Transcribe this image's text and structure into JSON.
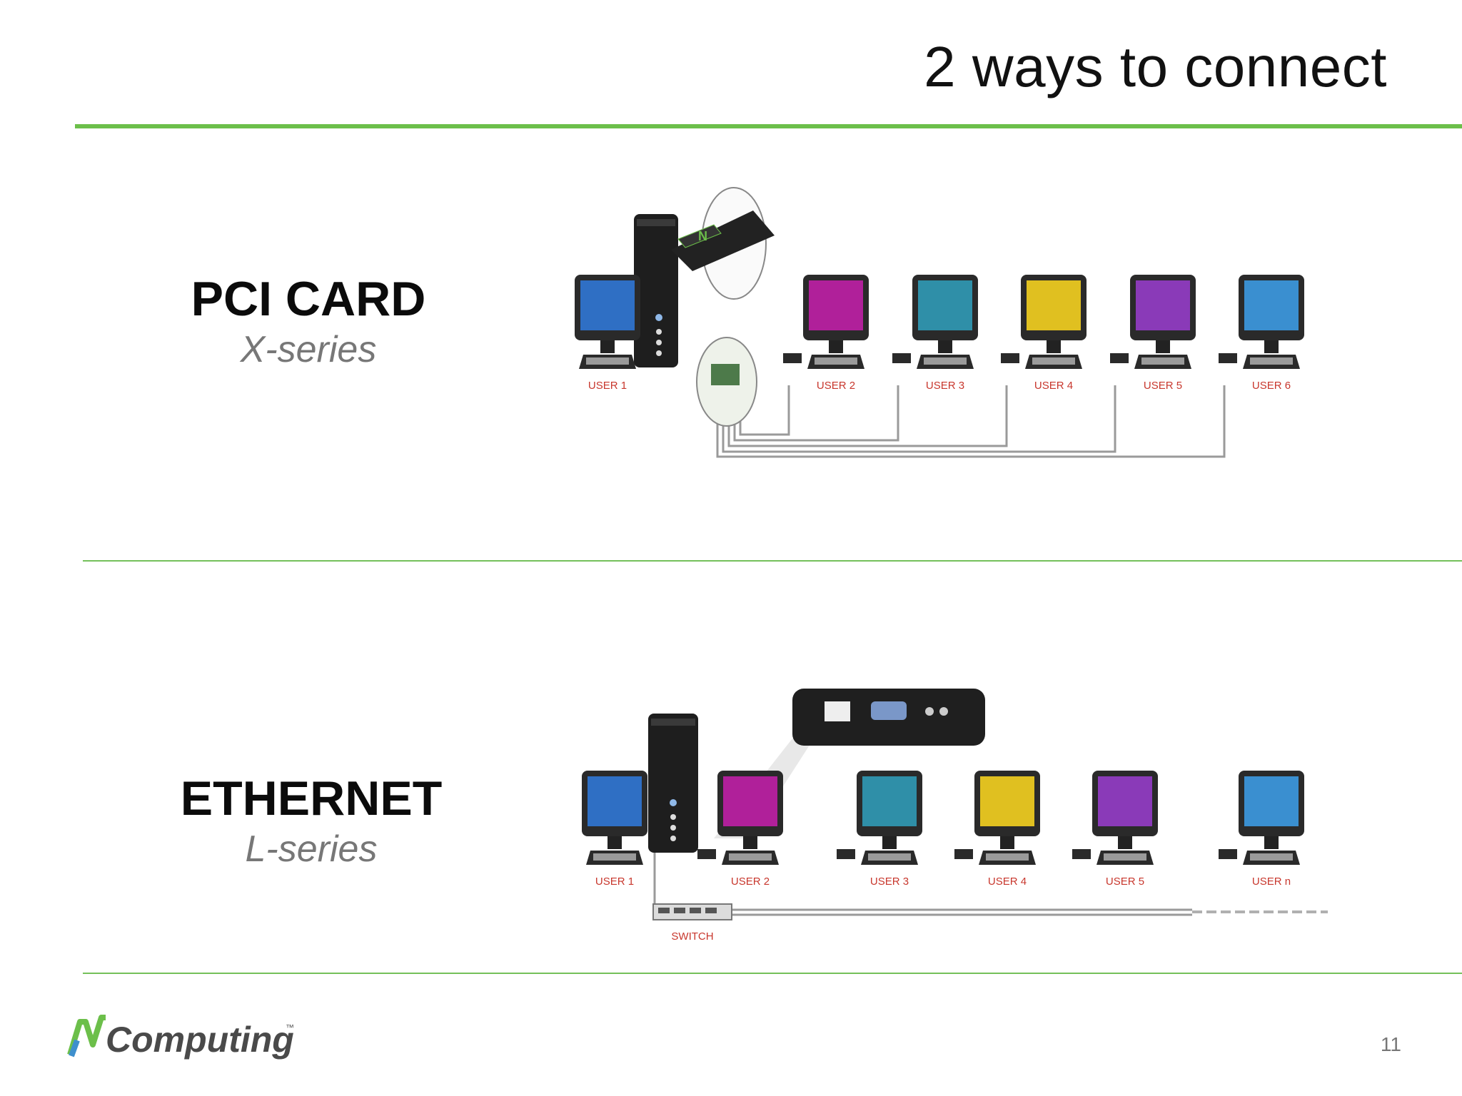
{
  "slide": {
    "title": "2 ways to connect",
    "page_number": "11"
  },
  "sections": [
    {
      "heading": "PCI CARD",
      "subheading": "X-series",
      "diagram": {
        "users": [
          "USER 1",
          "USER 2",
          "USER 3",
          "USER 4",
          "USER 5",
          "USER 6"
        ]
      }
    },
    {
      "heading": "ETHERNET",
      "subheading": "L-series",
      "diagram": {
        "users": [
          "USER 1",
          "USER 2",
          "USER 3",
          "USER 4",
          "USER 5",
          "USER n"
        ],
        "switch_label": "SWITCH"
      }
    }
  ],
  "logo": {
    "text": "NComputing",
    "trademark": "™"
  },
  "colors": {
    "accent_green": "#6cbf4a",
    "user_label_red": "#c8372d",
    "monitor_frame": "#2a2a2a"
  }
}
